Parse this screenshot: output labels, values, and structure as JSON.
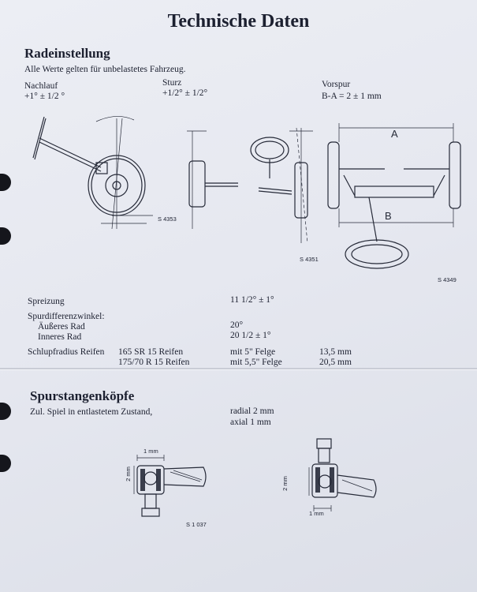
{
  "title": "Technische Daten",
  "radeinstellung": {
    "heading": "Radeinstellung",
    "note": "Alle Werte gelten für unbelastetes Fahrzeug.",
    "nachlauf": {
      "label": "Nachlauf",
      "value": "+1° ± 1/2 °"
    },
    "sturz": {
      "label": "Sturz",
      "value": "+1/2° ± 1/2°"
    },
    "vorspur": {
      "label": "Vorspur",
      "value": "B-A = 2 ± 1 mm"
    },
    "figures": {
      "fig1_code": "S 4353",
      "fig2_code": "S 4351",
      "fig3_code": "S 4349",
      "label_a": "A",
      "label_b": "B"
    }
  },
  "specs": {
    "spreizung": {
      "label": "Spreizung",
      "value": "11 1/2° ± 1°"
    },
    "spurdifferenz": {
      "label": "Spurdifferenzwinkel:",
      "aeusseres": {
        "label": "Äußeres Rad",
        "value": "20°"
      },
      "inneres": {
        "label": "Inneres Rad",
        "value": "20 1/2 ± 1°"
      }
    },
    "schlupfradius": {
      "label": "Schlupfradius Reifen",
      "rows": [
        {
          "tire": "165 SR 15 Reifen",
          "rim": "mit 5\" Felge",
          "value": "13,5 mm"
        },
        {
          "tire": "175/70 R 15 Reifen",
          "rim": "mit 5,5\" Felge",
          "value": "20,5 mm"
        }
      ]
    }
  },
  "spurstangen": {
    "heading": "Spurstangenköpfe",
    "play_label": "Zul. Spiel in entlastetem Zustand,",
    "radial": "radial 2 mm",
    "axial": "axial 1 mm",
    "fig_left": {
      "dim_top": "1 mm",
      "dim_side": "2 mm",
      "code": "S 1 037"
    },
    "fig_right": {
      "dim_side": "2 mm",
      "dim_bottom": "1 mm"
    }
  }
}
